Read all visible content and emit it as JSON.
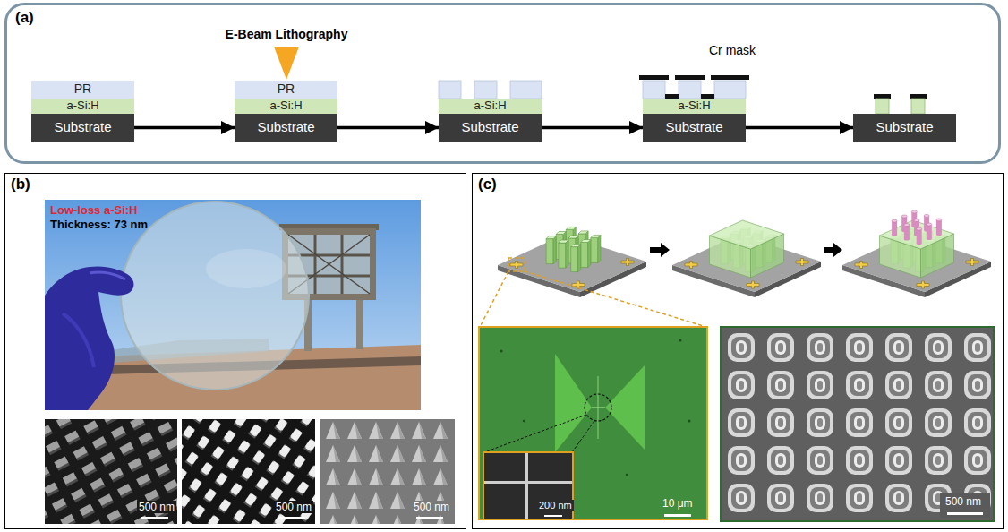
{
  "diagram": {
    "nodes": [
      {
        "text": [
          "(a)"
        ]
      },
      {
        "text": [
          "PR"
        ],
        "in": 0
      },
      {
        "text": [
          "a-Si:H"
        ],
        "in": 0
      },
      {
        "text": [
          "Substrate"
        ],
        "in": 0
      },
      {
        "text": [
          "PR"
        ],
        "in": 0
      },
      {
        "text": [
          "a-Si:H"
        ],
        "in": 0
      },
      {
        "text": [
          "Substrate"
        ],
        "in": 0
      },
      {
        "text": [
          "a-Si:H"
        ],
        "in": 0
      },
      {
        "text": [
          "Substrate"
        ],
        "in": 0
      },
      {
        "text": [
          "a-Si:H"
        ],
        "in": 0
      },
      {
        "text": [
          "Substrate"
        ],
        "in": 0
      },
      {
        "text": [
          "Substrate"
        ],
        "in": 0
      },
      {
        "text": [
          "(b)"
        ]
      },
      {
        "text": [
          "(c)"
        ]
      }
    ],
    "edges": [
      {
        "from": 3,
        "to": 6,
        "arrow": "to"
      },
      {
        "from": 6,
        "to": 8,
        "arrow": "to"
      },
      {
        "from": 8,
        "to": 10,
        "arrow": "to"
      },
      {
        "from": 10,
        "to": 11,
        "arrow": "to"
      }
    ],
    "labels": [
      "E-Beam Lithography",
      "Cr mask",
      "Low-loss a-Si:H",
      "Thickness: 73 nm",
      "500 nm",
      "500 nm",
      "500 nm",
      "10 μm",
      "200 nm",
      "500 nm"
    ]
  }
}
